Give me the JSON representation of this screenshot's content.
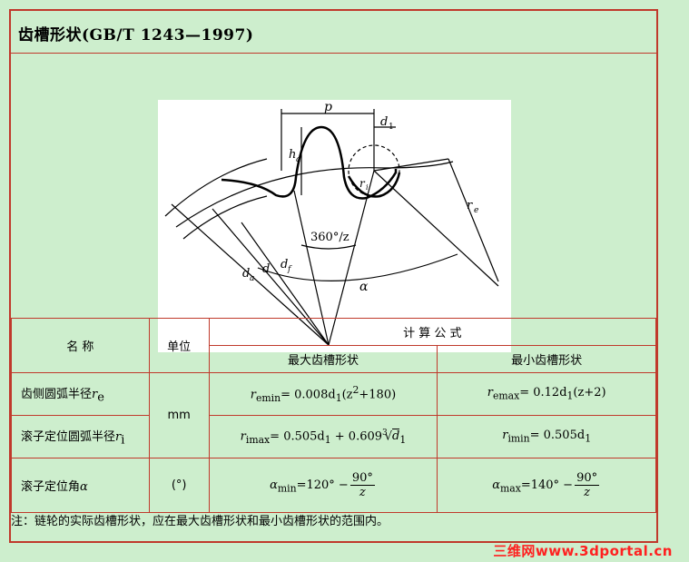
{
  "title": "齿槽形状(GB/T 1243—1997)",
  "diagram": {
    "labels": {
      "p": "p",
      "d1": "d",
      "d1_sub": "1",
      "ha": "h",
      "ha_sub": "a",
      "ri": "r",
      "ri_sub": "i",
      "re": "r",
      "re_sub": "e",
      "angle": "360°/z",
      "da": "d",
      "da_sub": "a",
      "d": "d",
      "df": "d",
      "df_sub": "f",
      "alpha": "α"
    }
  },
  "table": {
    "header": {
      "name": "名  称",
      "unit": "单位",
      "formula": "计  算  公  式",
      "max_shape": "最大齿槽形状",
      "min_shape": "最小齿槽形状"
    },
    "rows": [
      {
        "name": "齿侧圆弧半径",
        "name_sym": "r",
        "name_sub": "e",
        "unit": "mm",
        "max": {
          "lhs": "r",
          "lhs_sub": "emin",
          "rhs": "= 0.008d",
          "rhs_sub": "1",
          "tail": "(z",
          "sup": "2",
          "tail2": "+180)"
        },
        "min": {
          "lhs": "r",
          "lhs_sub": "emax",
          "rhs": "= 0.12d",
          "rhs_sub": "1",
          "tail": "(z+2)"
        }
      },
      {
        "name": "滚子定位圆弧半径",
        "name_sym": "r",
        "name_sub": "i",
        "max": {
          "lhs": "r",
          "lhs_sub": "imax",
          "rhs": "= 0.505d",
          "rhs_sub": "1",
          "tail": " + 0.609",
          "root_idx": "3",
          "root": "d",
          "root_sub": "1"
        },
        "min": {
          "lhs": "r",
          "lhs_sub": "imin",
          "rhs": "= 0.505d",
          "rhs_sub": "1"
        }
      },
      {
        "name": "滚子定位角",
        "name_sym": "α",
        "unit": "(°)",
        "max": {
          "lhs": "α",
          "lhs_sub": "min",
          "rhs": "=120° −",
          "num": "90°",
          "den": "z"
        },
        "min": {
          "lhs": "α",
          "lhs_sub": "max",
          "rhs": "=140° −",
          "num": "90°",
          "den": "z"
        }
      }
    ]
  },
  "note": "注：链轮的实际齿槽形状，应在最大齿槽形状和最小齿槽形状的范围内。",
  "watermark": "三维网www.3dportal.cn"
}
